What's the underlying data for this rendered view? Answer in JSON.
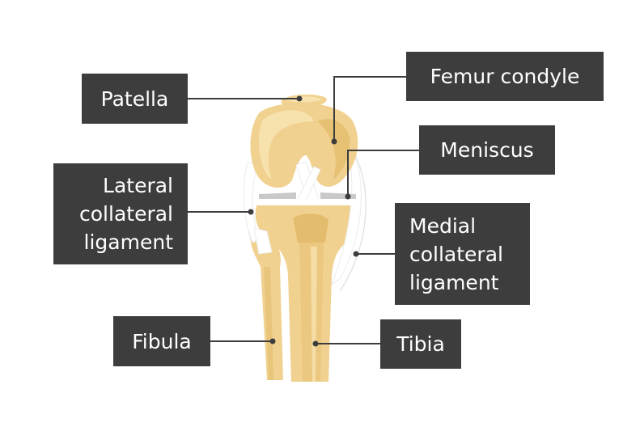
{
  "labels": {
    "patella": "Patella",
    "femur_condyle": "Femur condyle",
    "meniscus": "Meniscus",
    "lateral_collateral_ligament": "Lateral\ncollateral\nligament",
    "medial_collateral_ligament": "Medial\ncollateral\nligament",
    "fibula": "Fibula",
    "tibia": "Tibia"
  },
  "colors": {
    "bone": "#f0d18f",
    "bone_shadow": "#e3bd6d",
    "bone_highlight": "#f7e2b0",
    "ligament": "#ffffff",
    "meniscus": "#c9c9c9",
    "label_bg": "#3d3d3d",
    "leader_line": "#3d3d3d"
  }
}
